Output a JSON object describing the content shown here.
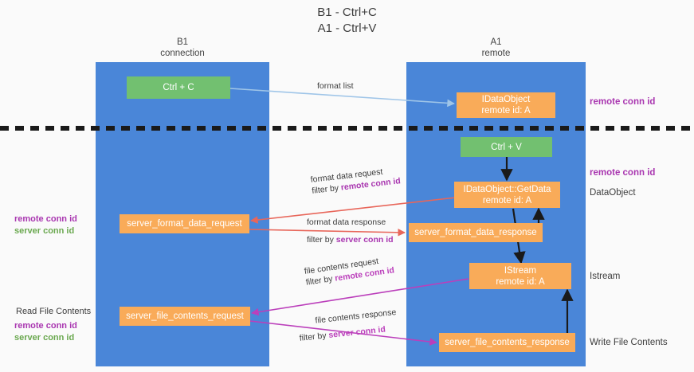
{
  "title": {
    "line1": "B1 - Ctrl+C",
    "line2": "A1 - Ctrl+V"
  },
  "lanes": [
    {
      "id": "b1",
      "name": "B1",
      "subtitle": "connection"
    },
    {
      "id": "a1",
      "name": "A1",
      "subtitle": "remote"
    }
  ],
  "nodes": {
    "ctrl_c": {
      "line1": "Ctrl + C",
      "line2": "",
      "color": "#72c070"
    },
    "idataobject": {
      "line1": "IDataObject",
      "line2": "remote id: A",
      "color": "#f9ab59"
    },
    "ctrl_v": {
      "line1": "Ctrl + V",
      "line2": "",
      "color": "#72c070"
    },
    "getdata": {
      "line1": "IDataObject::GetData",
      "line2": "remote id: A",
      "color": "#f9ab59"
    },
    "fmt_request": {
      "line1": "server_format_data_request",
      "line2": "",
      "color": "#f9ab59"
    },
    "fmt_response": {
      "line1": "server_format_data_response",
      "line2": "",
      "color": "#f9ab59"
    },
    "istream": {
      "line1": "IStream",
      "line2": "remote id: A",
      "color": "#f9ab59"
    },
    "file_request": {
      "line1": "server_file_contents_request",
      "line2": "",
      "color": "#f9ab59"
    },
    "file_response": {
      "line1": "server_file_contents_response",
      "line2": "",
      "color": "#f9ab59"
    }
  },
  "edges": {
    "format_list": {
      "line1": "format list",
      "line2_prefix": "",
      "line2_key": ""
    },
    "format_data_req": {
      "line1": "format data request",
      "line2_prefix": "filter by ",
      "line2_key": "remote conn id"
    },
    "format_data_res": {
      "line1": "format data response",
      "line2_prefix": "filter by ",
      "line2_key": "server conn id"
    },
    "file_contents_req": {
      "line1": "file contents request",
      "line2_prefix": "filter by ",
      "line2_key": "remote conn id"
    },
    "file_contents_res": {
      "line1": "file contents response",
      "line2_prefix": "filter by ",
      "line2_key": "server conn id"
    }
  },
  "left_labels": {
    "mid": {
      "purple": "remote conn id",
      "green": "server conn id"
    },
    "low": {
      "plain": "Read File Contents",
      "purple": "remote conn id",
      "green": "server conn id"
    }
  },
  "right_labels": {
    "remote_conn_id_top": "remote conn id",
    "remote_conn_id_mid": "remote conn id",
    "dataobject": "DataObject",
    "istream": "Istream",
    "write_file_contents": "Write File Contents"
  },
  "colors": {
    "lane": "#4a86d8",
    "node_orange": "#f9ab59",
    "node_green": "#72c070",
    "accent_purple": "#a936b0",
    "accent_green": "#6aa84f",
    "arrow_blue": "#9fc5e8",
    "arrow_red": "#e8665a",
    "arrow_magenta": "#bb3fbb",
    "arrow_black": "#1a1a1a",
    "background": "#fafafa"
  }
}
